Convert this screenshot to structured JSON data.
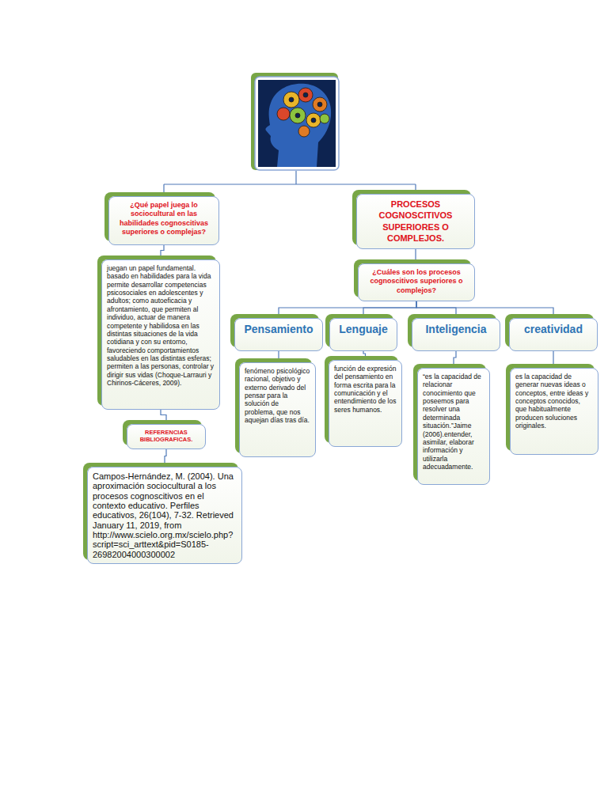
{
  "diagram": {
    "nodes": [
      {
        "text": [
          "¿Qué papel juega lo sociocultural en las habilidades cognoscitivas superiores o complejas?"
        ]
      },
      {
        "text": [
          "juegan un papel fundamental. basado en habilidades para la vida permite desarrollar competencias psicosociales en adolescentes y adultos; como autoeficacia y afrontamiento, que permiten al individuo, actuar de manera competente y habilidosa en las distintas situaciones de la vida cotidiana y con su entorno, favoreciendo comportamientos saludables en las distintas esferas; permiten a las personas, controlar y dirigir sus vidas (Choque-Larrauri y Chirinos-Cáceres, 2009)."
        ]
      },
      {
        "text": [
          "REFERENCIAS BIBLIOGRAFICAS."
        ]
      },
      {
        "text": [
          "Campos-Hernández, M. (2004). Una aproximación sociocultural a los procesos cognoscitivos en el contexto educativo. Perfiles educativos, 26(104), 7-32. Retrieved January 11, 2019, from http://www.scielo.org.mx/scielo.php?script=sci_arttext&pid=S0185-26982004000300002"
        ]
      },
      {
        "text": [
          "PROCESOS COGNOSCITIVOS SUPERIORES O COMPLEJOS."
        ]
      },
      {
        "text": [
          "¿Cuáles son los procesos cognoscitivos superiores o complejos?"
        ]
      },
      {
        "text": [
          "Pensamiento"
        ]
      },
      {
        "text": [
          "Lenguaje"
        ]
      },
      {
        "text": [
          "Inteligencia"
        ]
      },
      {
        "text": [
          "creatividad"
        ]
      },
      {
        "text": [
          "fenómeno psicológico racional, objetivo y externo derivado del pensar para la solución de problema, que nos aquejan días tras día."
        ]
      },
      {
        "text": [
          "función de expresión del pensamiento en forma escrita para la comunicación y el entendimiento de los seres humanos."
        ]
      },
      {
        "text": [
          "“es la capacidad de relacionar conocimiento que poseemos para resolver una determinada situación.”Jaime (2006).entender, asimilar, elaborar información y utilizarla adecuadamente."
        ]
      },
      {
        "text": [
          "es la capacidad de generar nuevas ideas o conceptos, entre ideas y conceptos conocidos, que habitualmente producen soluciones originales."
        ]
      }
    ],
    "edges": [
      {
        "from": 0,
        "to": 1,
        "arrow": "none"
      },
      {
        "from": 1,
        "to": 2,
        "arrow": "none"
      },
      {
        "from": 2,
        "to": 3,
        "arrow": "none"
      },
      {
        "from": 4,
        "to": 5,
        "arrow": "none"
      },
      {
        "from": 5,
        "to": 6,
        "arrow": "none"
      },
      {
        "from": 5,
        "to": 7,
        "arrow": "none"
      },
      {
        "from": 5,
        "to": 8,
        "arrow": "none"
      },
      {
        "from": 5,
        "to": 9,
        "arrow": "none"
      },
      {
        "from": 6,
        "to": 10,
        "arrow": "none"
      },
      {
        "from": 7,
        "to": 11,
        "arrow": "none"
      },
      {
        "from": 8,
        "to": 12,
        "arrow": "none"
      },
      {
        "from": 9,
        "to": 13,
        "arrow": "none"
      }
    ]
  }
}
